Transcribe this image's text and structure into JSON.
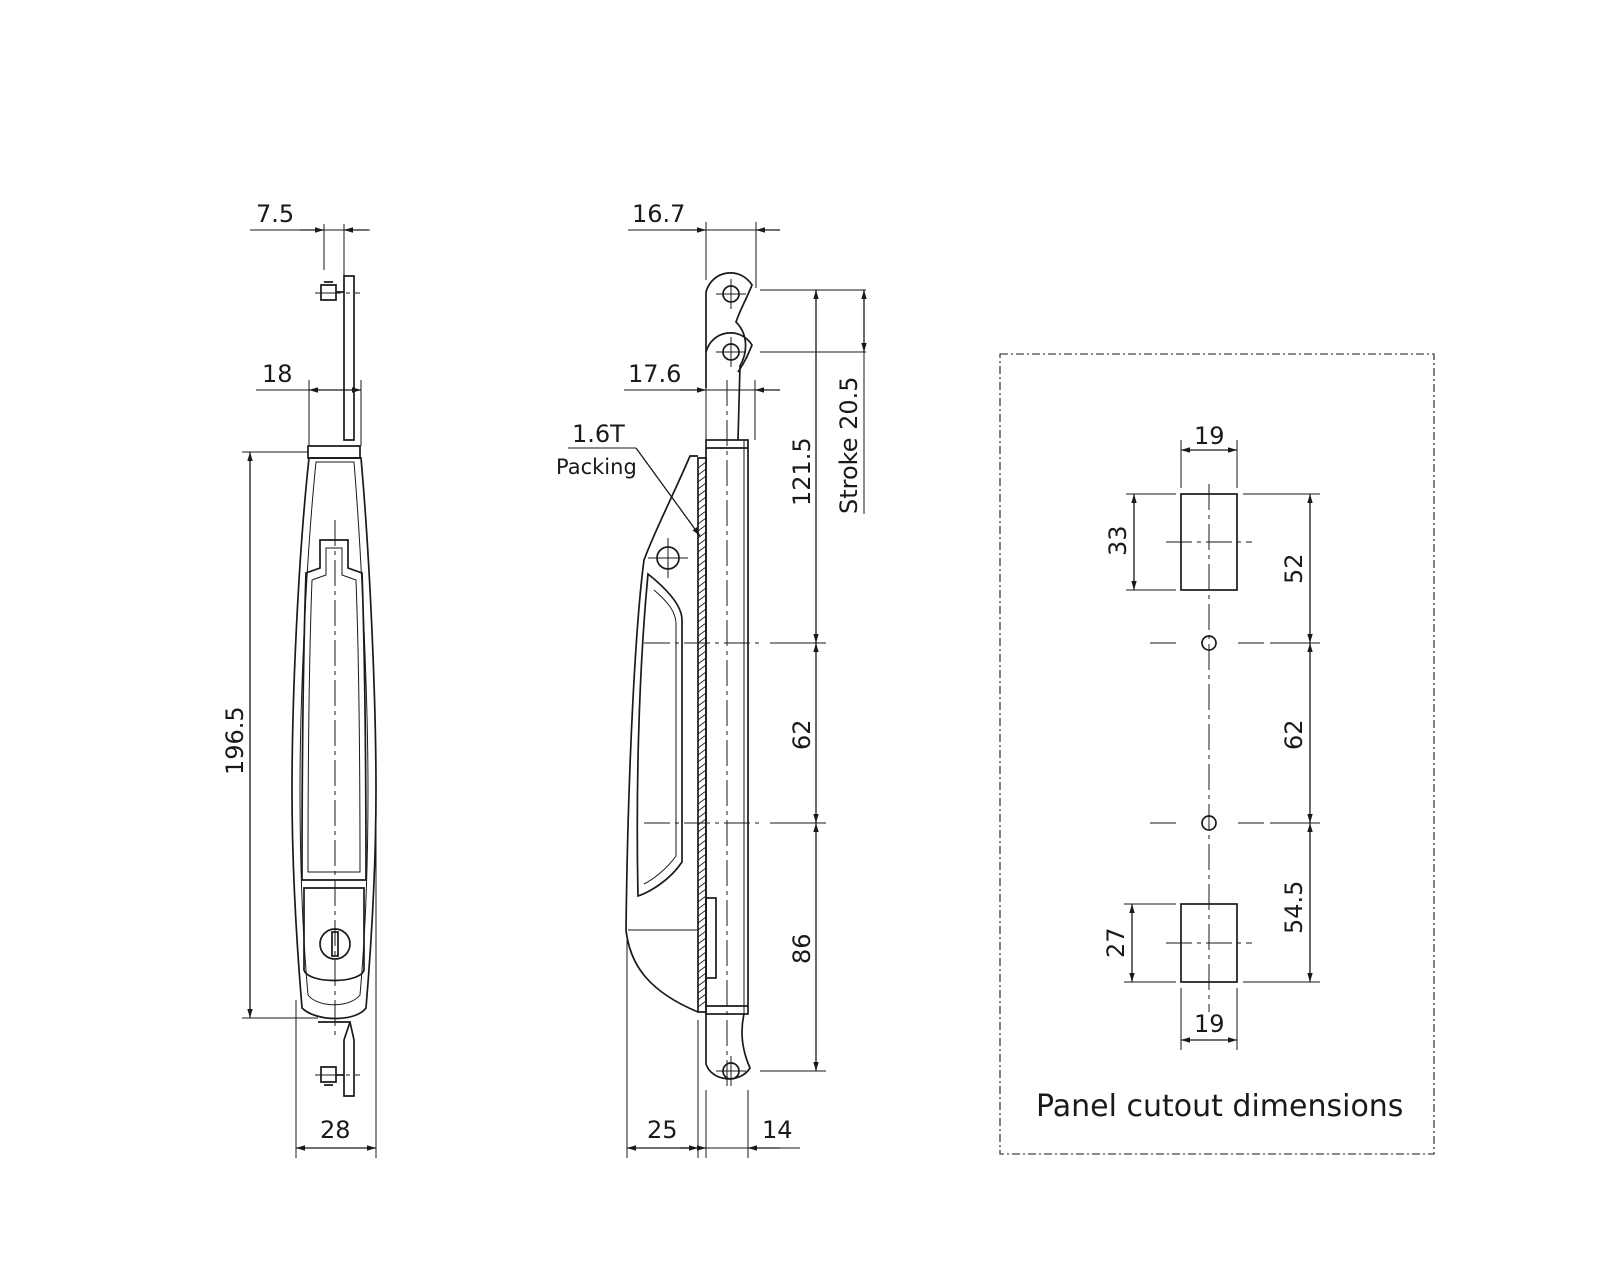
{
  "front_view": {
    "dim_top_offset": "7.5",
    "dim_bracket_width": "18",
    "dim_overall_height": "196.5",
    "dim_body_width": "28"
  },
  "side_view": {
    "dim_top_bracket": "16.7",
    "dim_rod_width": "17.6",
    "packing_thickness": "1.6T",
    "packing_label": "Packing",
    "dim_upper_length": "121.5",
    "stroke_label": "Stroke 20.5",
    "dim_middle_length": "62",
    "dim_lower_length": "86",
    "dim_handle_depth": "25",
    "dim_rod_depth": "14"
  },
  "panel_cutout": {
    "caption": "Panel cutout dimensions",
    "top_cutout_width": "19",
    "top_cutout_height": "33",
    "top_to_hole": "52",
    "hole_spacing": "62",
    "hole_to_bottom": "54.5",
    "bottom_cutout_height": "27",
    "bottom_cutout_width": "19"
  }
}
